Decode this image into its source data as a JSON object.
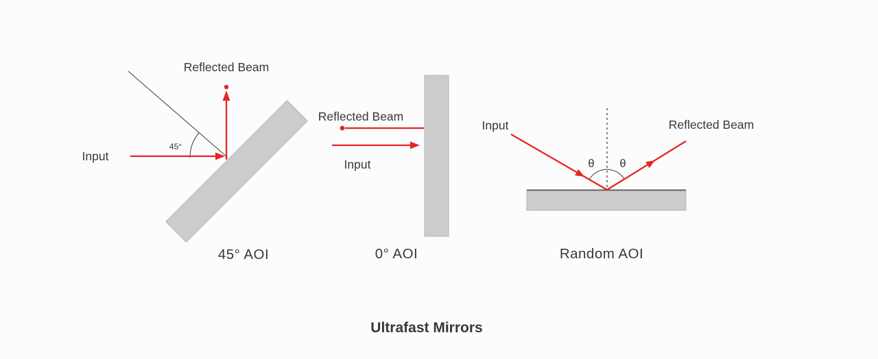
{
  "title": "Ultrafast Mirrors",
  "colors": {
    "beam": "#e62528",
    "mirror": "#cccccc",
    "mirror_edge": "#b3b3b3",
    "mirror_face": "#636363",
    "line": "#3c3c3c",
    "text": "#383838"
  },
  "diagram_45": {
    "caption": "45°  AOI",
    "reflected_label": "Reflected Beam",
    "input_label": "Input",
    "angle_label": "45°"
  },
  "diagram_0": {
    "caption": "0°  AOI",
    "reflected_label": "Reflected Beam",
    "input_label": "Input"
  },
  "diagram_random": {
    "caption": "Random AOI",
    "input_label": "Input",
    "reflected_label": "Reflected Beam",
    "theta_left": "θ",
    "theta_right": "θ"
  }
}
